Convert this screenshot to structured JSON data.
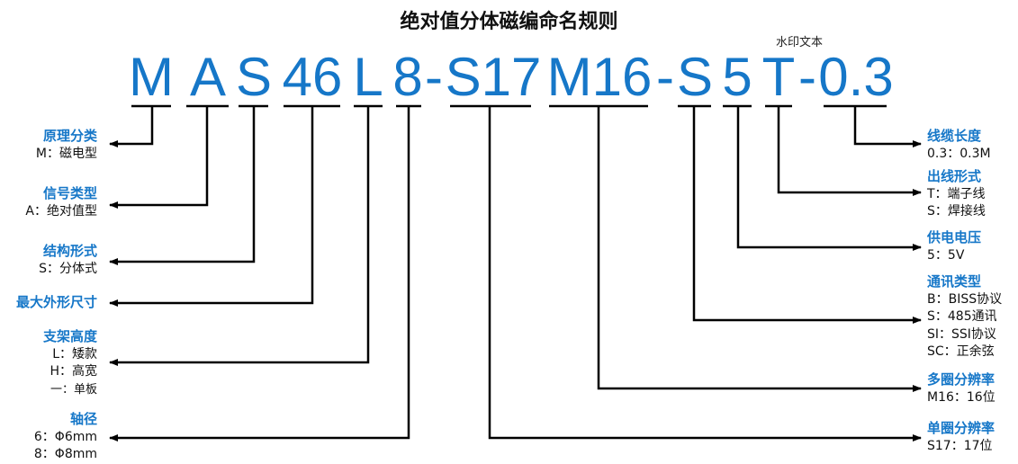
{
  "title": "绝对值分体磁编命名规则",
  "watermark": "水印文本",
  "code": [
    "M",
    "A",
    "S",
    "46",
    "L",
    "8",
    "-",
    "S17",
    "M16",
    "-",
    "S",
    "5",
    "T",
    "-",
    "0.3"
  ],
  "left": [
    {
      "h": "原理分类",
      "lines": [
        "M：磁电型"
      ]
    },
    {
      "h": "信号类型",
      "lines": [
        "A：绝对值型"
      ]
    },
    {
      "h": "结构形式",
      "lines": [
        "S：分体式"
      ]
    },
    {
      "h": "最大外形尺寸",
      "lines": []
    },
    {
      "h": "支架高度",
      "lines": [
        "L：矮款",
        "H：高宽",
        "一：单板"
      ]
    },
    {
      "h": "轴径",
      "lines": [
        "6：Φ6mm",
        "8：Φ8mm"
      ]
    }
  ],
  "right": [
    {
      "h": "线缆长度",
      "lines": [
        "0.3：0.3M"
      ]
    },
    {
      "h": "出线形式",
      "lines": [
        "T：端子线",
        "S：焊接线"
      ]
    },
    {
      "h": "供电电压",
      "lines": [
        "5：5V"
      ]
    },
    {
      "h": "通讯类型",
      "lines": [
        "B：BISS协议",
        "S：485通讯",
        "SI：SSI协议",
        "SC：正余弦"
      ]
    },
    {
      "h": "多圈分辨率",
      "lines": [
        "M16：16位"
      ]
    },
    {
      "h": "单圈分辨率",
      "lines": [
        "S17：17位"
      ]
    }
  ]
}
